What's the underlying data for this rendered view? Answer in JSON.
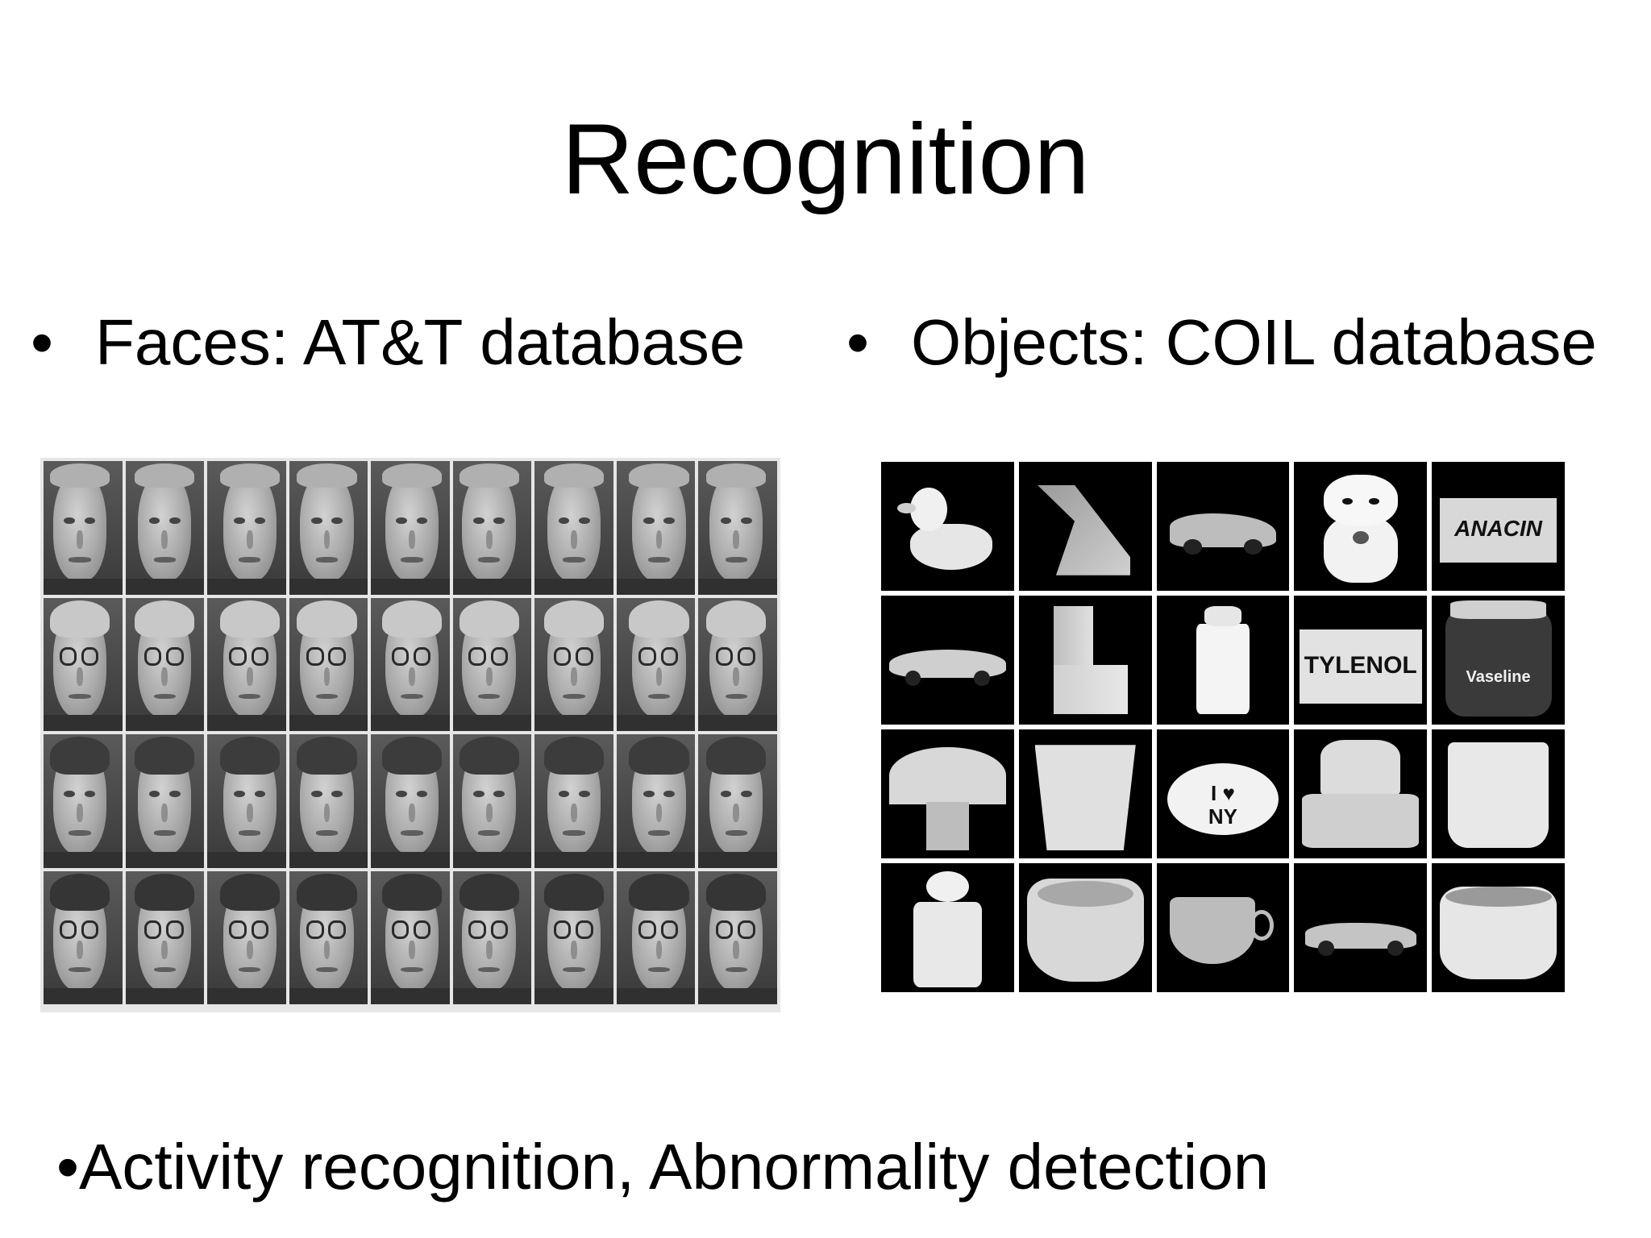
{
  "title": "Recognition",
  "bullets": {
    "faces": {
      "marker": "•",
      "text": "Faces: AT&T database"
    },
    "objects": {
      "marker": "•",
      "text": "Objects: COIL database"
    },
    "activity": {
      "text": "•Activity recognition, Abnormality detection"
    }
  },
  "faces_grid": {
    "rows": 4,
    "cols": 9,
    "row_styles": [
      "row-a",
      "row-b",
      "row-c",
      "row-d"
    ],
    "glasses_rows": [
      1,
      3
    ]
  },
  "objects_grid": {
    "labels": {
      "anacin": "ANACIN",
      "tylenol": "TYLENOL",
      "vaseline": "Vaseline",
      "i_love": "I ♥",
      "ny": "NY"
    }
  },
  "colors": {
    "background": "#ffffff",
    "text": "#000000",
    "object_bg": "#000000"
  }
}
